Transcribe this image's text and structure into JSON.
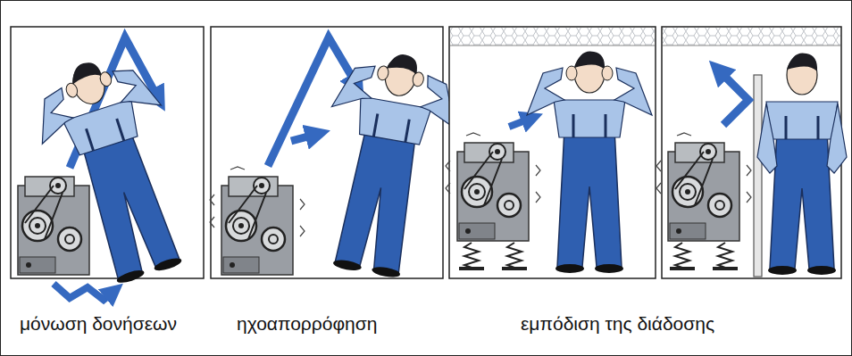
{
  "diagram": {
    "labels": [
      "μόνωση δονήσεων",
      "ηχοαπορρόφηση",
      "εμπόδιση της διάδοσης"
    ]
  }
}
